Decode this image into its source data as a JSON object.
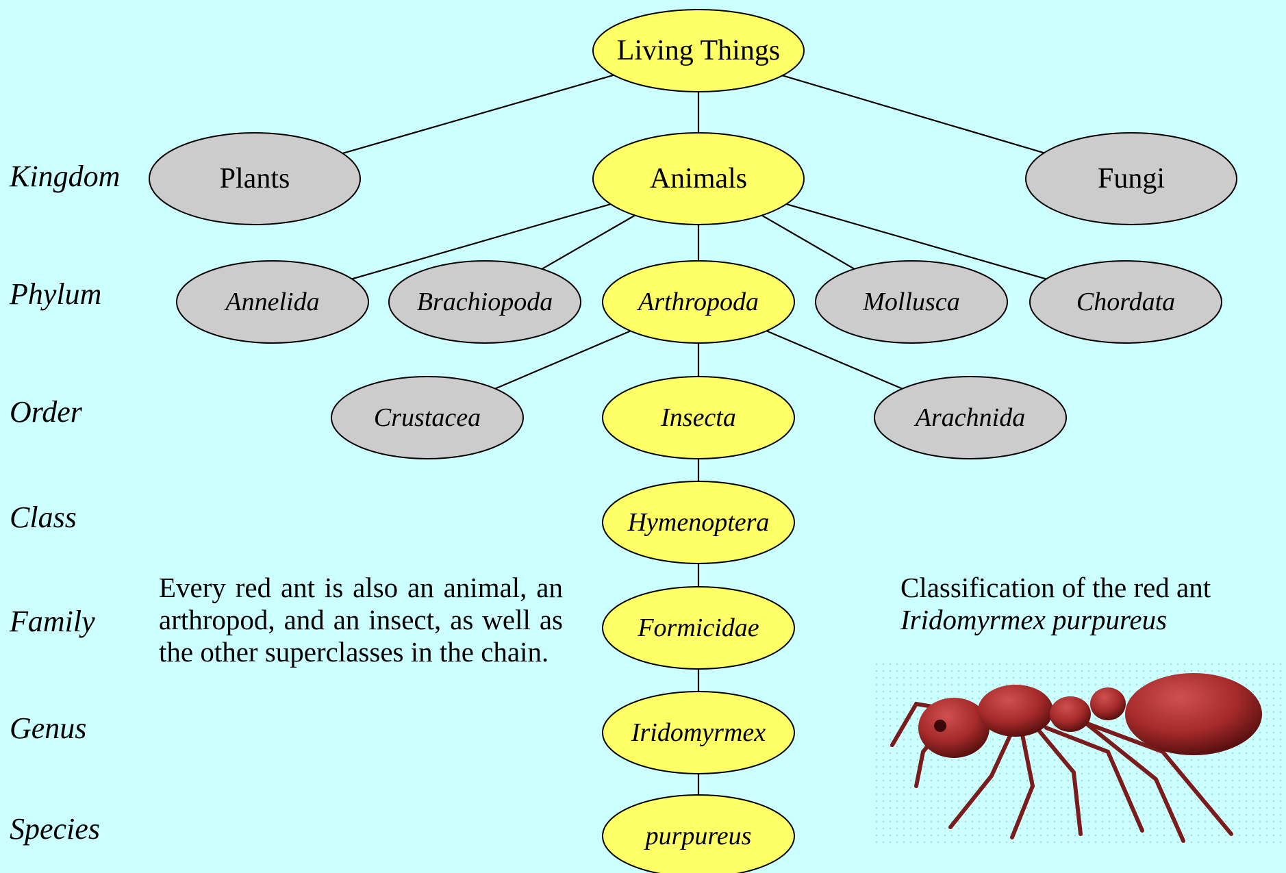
{
  "colors": {
    "background": "#ccffff",
    "highlight_node": "#ffff66",
    "other_node": "#cccccc",
    "edge": "#000000",
    "ant_body": "#a52a2a"
  },
  "ranks": [
    "Kingdom",
    "Phylum",
    "Order",
    "Class",
    "Family",
    "Genus",
    "Species"
  ],
  "nodes": {
    "living_things": "Living Things",
    "plants": "Plants",
    "animals": "Animals",
    "fungi": "Fungi",
    "annelida": "Annelida",
    "brachiopoda": "Brachiopoda",
    "arthropoda": "Arthropoda",
    "mollusca": "Mollusca",
    "chordata": "Chordata",
    "crustacea": "Crustacea",
    "insecta": "Insecta",
    "arachnida": "Arachnida",
    "hymenoptera": "Hymenoptera",
    "formicidae": "Formicidae",
    "iridomyrmex": "Iridomyrmex",
    "purpureus": "purpureus"
  },
  "note_left": "Every red ant is also an animal, an arthropod, and an insect, as well as the other superclasses in the chain.",
  "note_right": {
    "line1": "Classification of the red ant",
    "line2": "Iridomyrmex purpureus"
  },
  "figure": {
    "icon": "red-ant-illustration"
  }
}
